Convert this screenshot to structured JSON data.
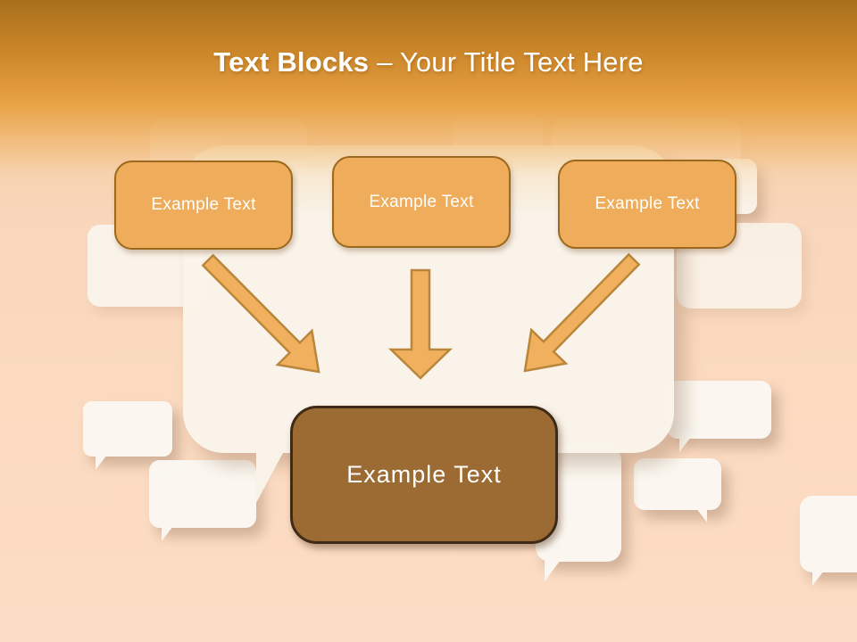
{
  "slide": {
    "title": {
      "emphasis": "Text Blocks",
      "rest": "– Your Title Text Here"
    },
    "diagram": {
      "top_boxes": [
        {
          "label": "Example Text"
        },
        {
          "label": "Example Text"
        },
        {
          "label": "Example Text"
        }
      ],
      "connectors": [
        "arrow-down-right",
        "arrow-down",
        "arrow-down-left"
      ],
      "result_box": {
        "label": "Example Text"
      }
    },
    "background": {
      "decoration": "speech-bubbles"
    },
    "colors": {
      "header_top": "#A8701C",
      "header_orange": "#E8A346",
      "body_peach": "#FBDAC0",
      "block_fill": "#EFAD5C",
      "block_border": "#9C681E",
      "result_fill": "#9C6A33",
      "result_border": "#3E2A17",
      "arrow_fill": "#F0B05E",
      "arrow_stroke": "#B9863B",
      "panel_cream": "#FAF5EB",
      "bubble_white": "#FBF8F2",
      "title_text": "#FFFFFF"
    }
  }
}
